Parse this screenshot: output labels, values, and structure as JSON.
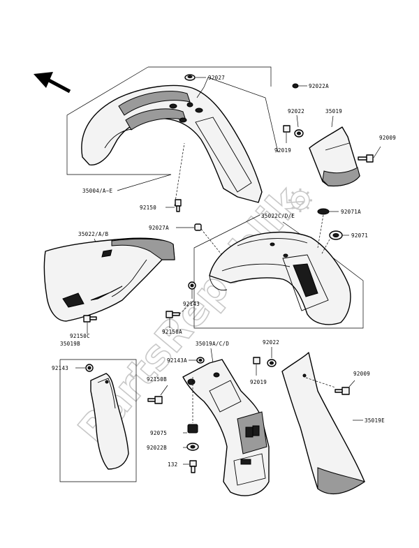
{
  "watermark": "PartsRepublik",
  "labels": {
    "l92027": "92027",
    "l92022a": "92022A",
    "l92022": "92022",
    "l35019": "35019",
    "l92009": "92009",
    "l92019": "92019",
    "l35004": "35004/A~E",
    "l92150": "92150",
    "l35022cde": "35022C/D/E",
    "l92071a": "92071A",
    "l92027a": "92027A",
    "l92071": "92071",
    "l35022ab": "35022/A/B",
    "l92143": "92143",
    "l92150a": "92150A",
    "l92150c": "92150C",
    "l35019b": "35019B",
    "l35019acd": "35019A/C/D",
    "l92022b": "92022",
    "l92143b": "92143",
    "l92143a": "92143A",
    "l92150b": "92150B",
    "l92009b": "92009",
    "l92019b": "92019",
    "l92075": "92075",
    "l92022bb": "92022B",
    "l35019e": "35019E",
    "l132": "132"
  }
}
